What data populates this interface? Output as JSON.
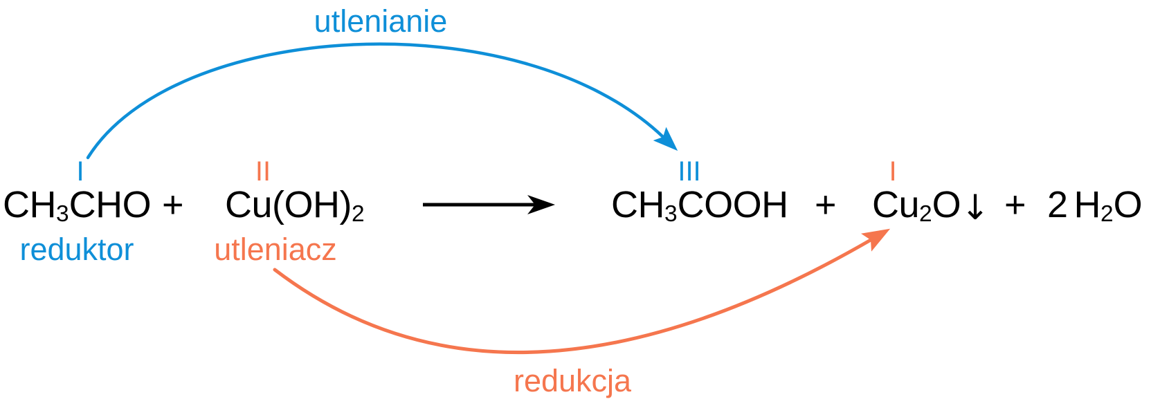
{
  "colors": {
    "oxidation_blue": "#0E8FD8",
    "reduction_orange": "#F5764E",
    "equation_black": "#000000",
    "background": "#FFFFFF"
  },
  "annotations": {
    "oxidation_label": "utlenianie",
    "reduction_label": "redukcja",
    "reductant_label": "reduktor",
    "oxidant_label": "utleniacz"
  },
  "oxidation_states": {
    "aldehyde_carbon": "I",
    "copper_hydroxide": "II",
    "carboxyl_carbon": "III",
    "copper_oxide": "I"
  },
  "equation": {
    "reactant_1": [
      {
        "text": "CH"
      },
      {
        "text": "3",
        "sub": true
      },
      {
        "text": "CHO"
      }
    ],
    "plus_1": "+",
    "reactant_2": [
      {
        "text": "Cu(OH)"
      },
      {
        "text": "2",
        "sub": true
      }
    ],
    "product_1": [
      {
        "text": "CH"
      },
      {
        "text": "3",
        "sub": true
      },
      {
        "text": "COOH"
      }
    ],
    "plus_2": "+",
    "product_2": [
      {
        "text": "Cu"
      },
      {
        "text": "2",
        "sub": true
      },
      {
        "text": "O"
      }
    ],
    "precipitate_arrow": "↓",
    "plus_3": "+",
    "product_3_coefficient": "2",
    "product_3": [
      {
        "text": "H"
      },
      {
        "text": "2",
        "sub": true
      },
      {
        "text": "O"
      }
    ]
  }
}
